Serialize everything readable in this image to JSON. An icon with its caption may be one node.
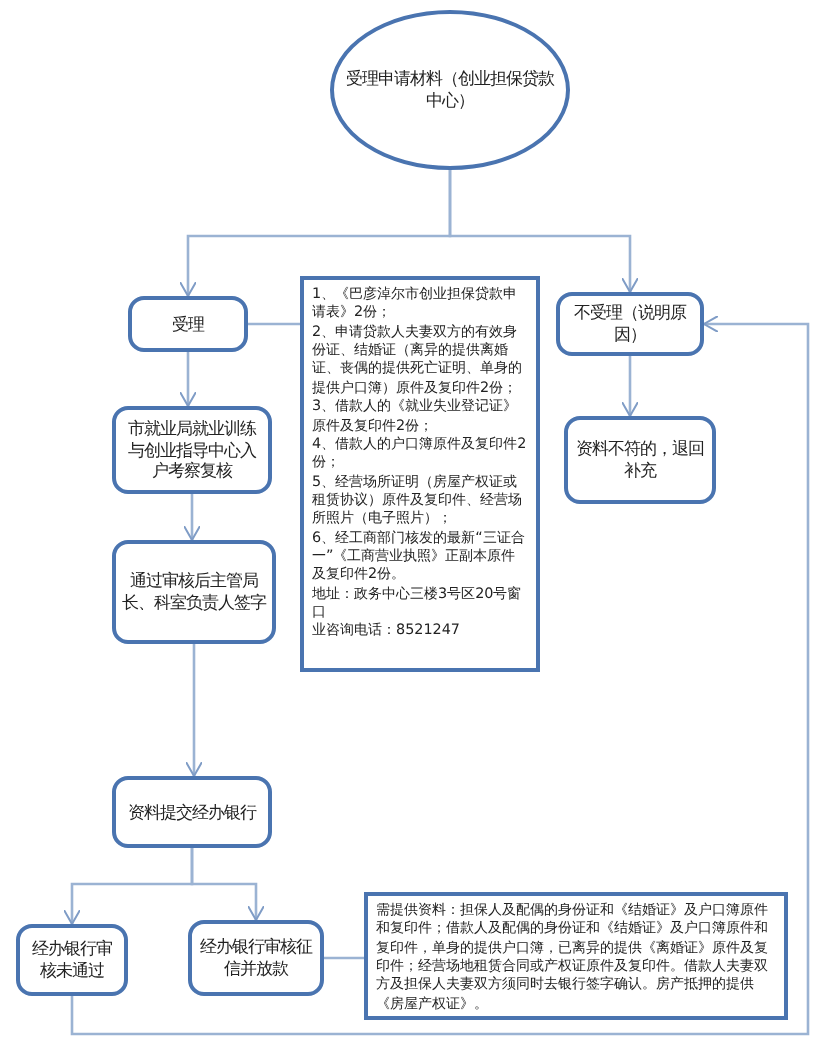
{
  "diagram": {
    "nodes": [
      {
        "text": [
          "受理申请材料（创业担保贷款中心）"
        ]
      },
      {
        "text": [
          "受理"
        ]
      },
      {
        "text": [
          "1、《巴彦淖尔市创业担保贷款申请表》2份；",
          "2、申请贷款人夫妻双方的有效身份证、结婚证（离异的提供离婚证、丧偶的提供死亡证明、单身的提供户口簿）原件及复印件2份；",
          "3、借款人的《就业失业登记证》原件及复印件2份；",
          "4、借款人的户口簿原件及复印件2份；",
          "5、经营场所证明（房屋产权证或租赁协议）原件及复印件、经营场所照片（电子照片）；",
          "6、经工商部门核发的最新“三证合一”《工商营业执照》正副本原件及复印件2份。",
          "地址：政务中心三楼3号区20号窗口",
          "业咨询电话：8521247"
        ]
      },
      {
        "text": [
          "不受理（说明原因）"
        ]
      },
      {
        "text": [
          "市就业局就业训练与创业指导中心入户考察复核"
        ]
      },
      {
        "text": [
          "资料不符的，退回补充"
        ]
      },
      {
        "text": [
          "通过审核后主管局长、科室负责人签字"
        ]
      },
      {
        "text": [
          "资料提交经办银行"
        ]
      },
      {
        "text": [
          "经办银行审核未通过"
        ]
      },
      {
        "text": [
          "经办银行审核征信并放款"
        ]
      },
      {
        "text": [
          "需提供资料：担保人及配偶的身份证和《结婚证》及户口簿原件和复印件；借款人及配偶的身份证和《结婚证》及户口簿原件和复印件，单身的提供户口簿，已离异的提供《离婚证》原件及复印件；经营场地租赁合同或产权证原件及复印件。借款人夫妻双方及担保人夫妻双方须同时去银行签字确认。房产抵押的提供《房屋产权证》。"
        ]
      }
    ],
    "edges": [
      {
        "from": 0,
        "to": 1,
        "arrow": "to"
      },
      {
        "from": 0,
        "to": 3,
        "arrow": "to"
      },
      {
        "from": 1,
        "to": 2,
        "arrow": "none"
      },
      {
        "from": 1,
        "to": 4,
        "arrow": "to"
      },
      {
        "from": 3,
        "to": 5,
        "arrow": "to"
      },
      {
        "from": 4,
        "to": 6,
        "arrow": "to"
      },
      {
        "from": 6,
        "to": 7,
        "arrow": "to"
      },
      {
        "from": 7,
        "to": 8,
        "arrow": "to"
      },
      {
        "from": 7,
        "to": 9,
        "arrow": "to"
      },
      {
        "from": 9,
        "to": 10,
        "arrow": "none"
      },
      {
        "from": 8,
        "to": 3,
        "arrow": "to"
      }
    ]
  }
}
